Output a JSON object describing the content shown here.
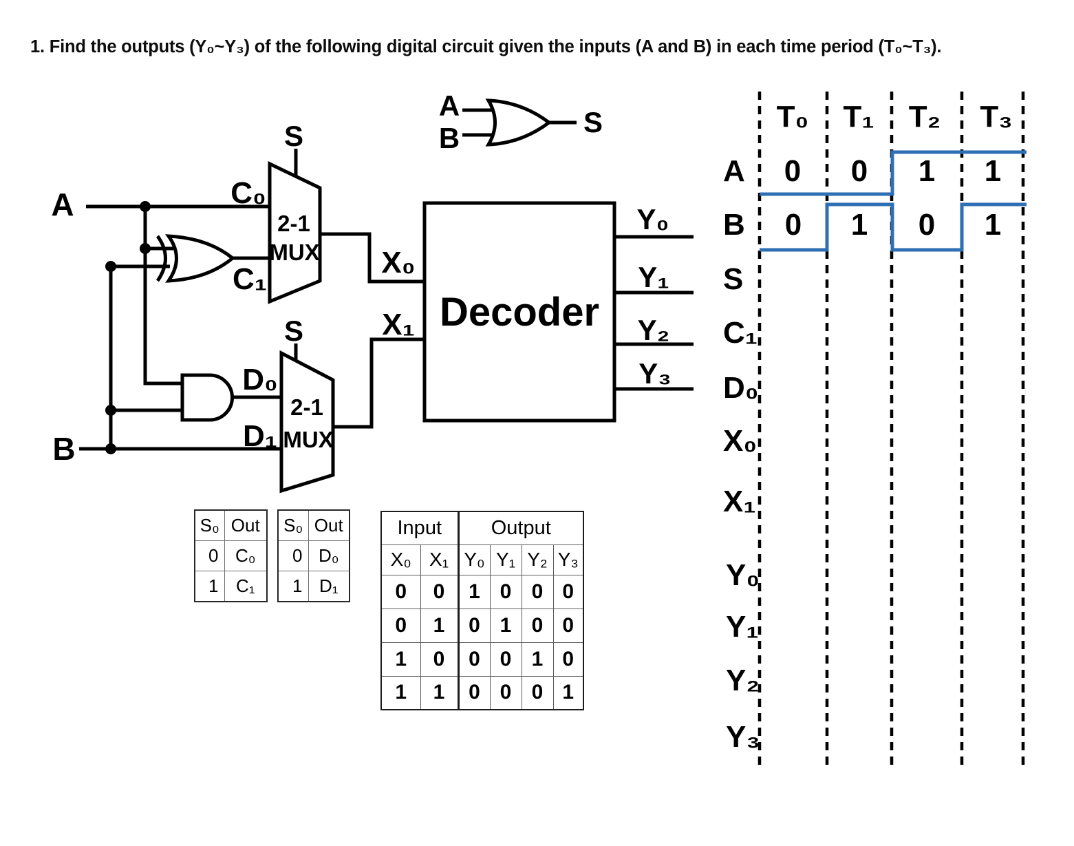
{
  "title": "1. Find the outputs (Y₀~Y₃) of the following digital circuit given the inputs (A and B) in each time period (T₀~T₃).",
  "colors": {
    "ink": "#000000",
    "waveform": "#2f6fb3"
  },
  "circuit": {
    "input_a": "A",
    "input_b": "B",
    "mux_top": {
      "s": "S",
      "in0": "C₀",
      "in1": "C₁",
      "line1": "2-1",
      "line2": "MUX"
    },
    "mux_bottom": {
      "s": "S",
      "in0": "D₀",
      "in1": "D₁",
      "line1": "2-1",
      "line2": "MUX"
    },
    "x0": "X₀",
    "x1": "X₁",
    "decoder": "Decoder",
    "outputs": [
      "Y₀",
      "Y₁",
      "Y₂",
      "Y₃"
    ],
    "or_inset": {
      "a": "A",
      "b": "B",
      "s": "S"
    }
  },
  "mux_truth_tables": [
    {
      "headers": [
        "S₀",
        "Out"
      ],
      "rows": [
        [
          "0",
          "C₀"
        ],
        [
          "1",
          "C₁"
        ]
      ]
    },
    {
      "headers": [
        "S₀",
        "Out"
      ],
      "rows": [
        [
          "0",
          "D₀"
        ],
        [
          "1",
          "D₁"
        ]
      ]
    }
  ],
  "decoder_truth_table": {
    "input_header": "Input",
    "output_header": "Output",
    "columns": [
      "X₀",
      "X₁",
      "Y₀",
      "Y₁",
      "Y₂",
      "Y₃"
    ],
    "rows": [
      [
        "0",
        "0",
        "1",
        "0",
        "0",
        "0"
      ],
      [
        "0",
        "1",
        "0",
        "1",
        "0",
        "0"
      ],
      [
        "1",
        "0",
        "0",
        "0",
        "1",
        "0"
      ],
      [
        "1",
        "1",
        "0",
        "0",
        "0",
        "1"
      ]
    ]
  },
  "timing": {
    "periods": [
      "T₀",
      "T₁",
      "T₂",
      "T₃"
    ],
    "signal_a": {
      "label": "A",
      "values": [
        "0",
        "0",
        "1",
        "1"
      ]
    },
    "signal_b": {
      "label": "B",
      "values": [
        "0",
        "1",
        "0",
        "1"
      ]
    },
    "empty_signals": [
      "S",
      "C₁",
      "D₀",
      "X₀",
      "X₁",
      "Y₀",
      "Y₁",
      "Y₂",
      "Y₃"
    ]
  }
}
